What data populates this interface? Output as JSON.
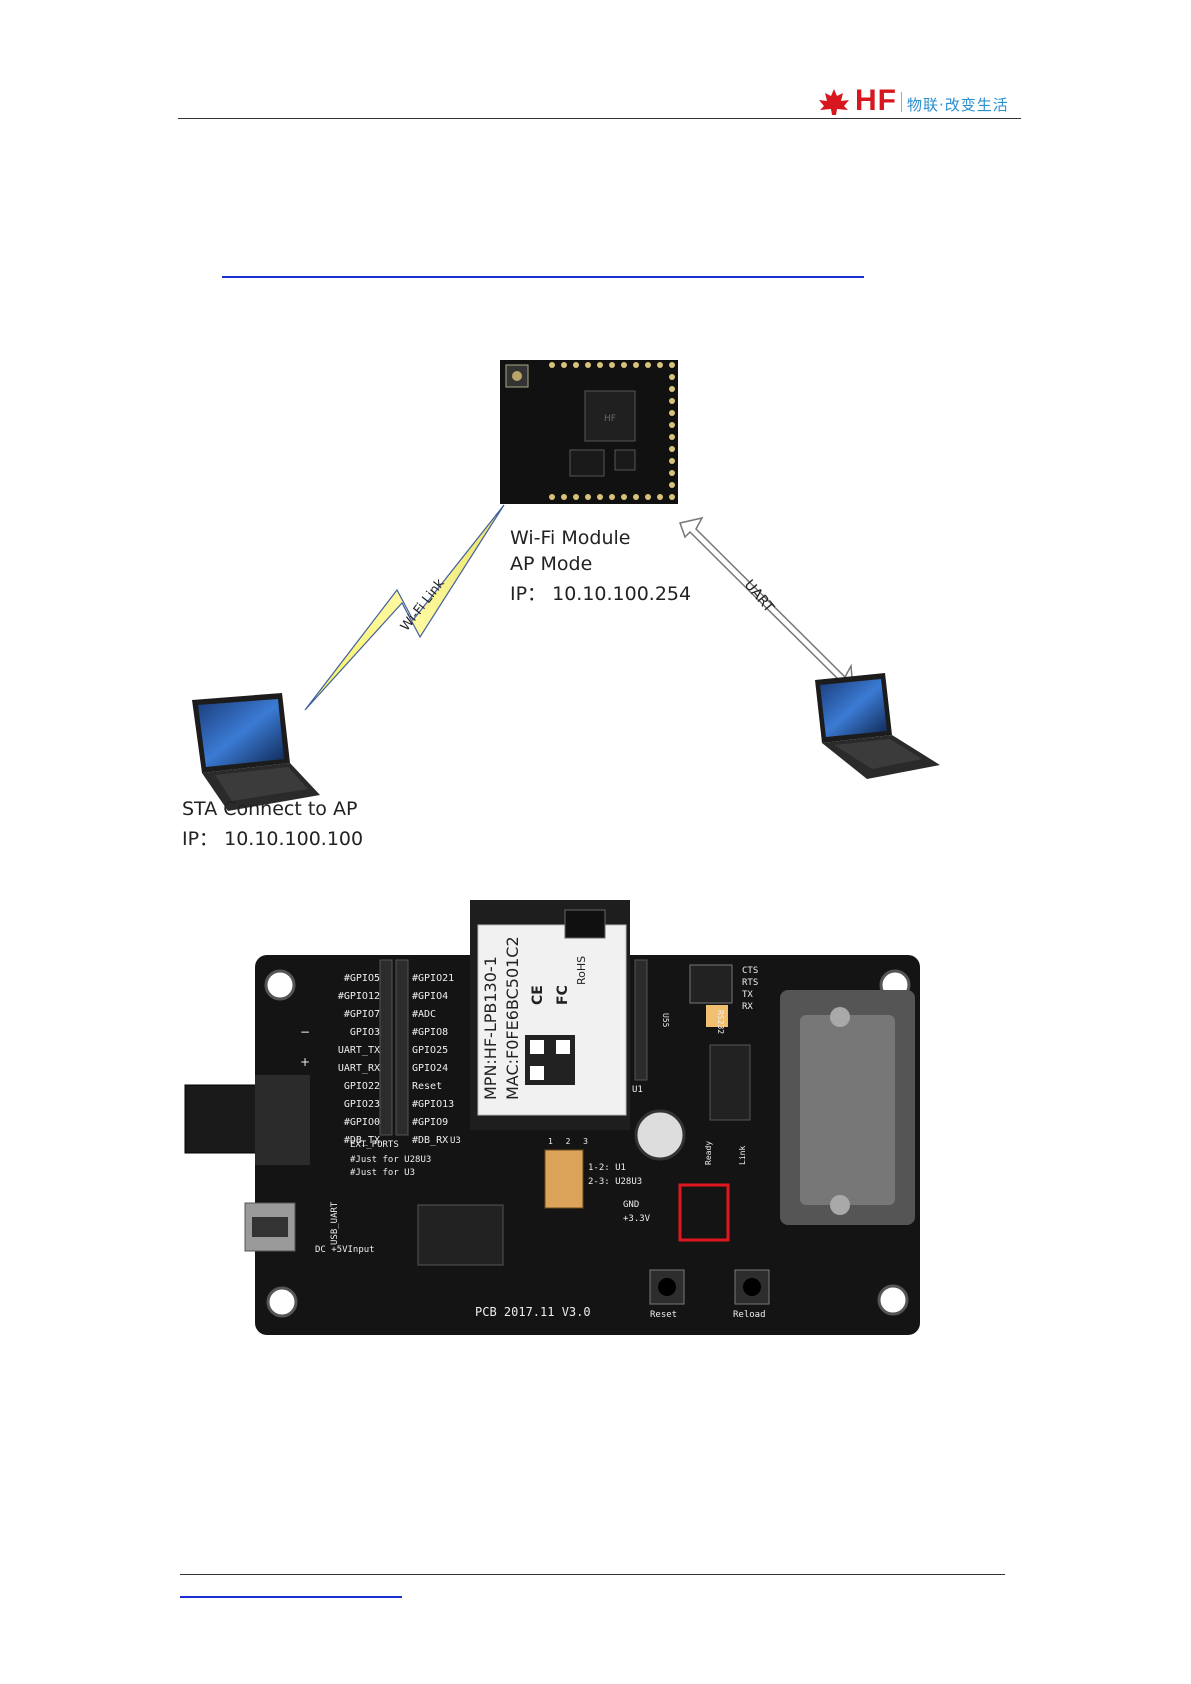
{
  "header": {
    "logo_text": "HF",
    "slogan": "物联·改变生活"
  },
  "diagram": {
    "module": {
      "title": "Wi-Fi Module",
      "mode": "AP Mode",
      "ip": "IP：  10.10.100.254"
    },
    "station": {
      "title": "STA Connect to AP",
      "ip": "IP：  10.10.100.100"
    },
    "wifi_link_label": "Wi-Fi Link",
    "uart_label": "UART"
  },
  "board": {
    "left_pins": [
      "#GPIO5",
      "#GPIO12",
      "#GPIO7",
      "GPIO3",
      "UART_TX",
      "UART_RX",
      "GPIO22",
      "GPIO23",
      "#GPIO0",
      "#DB_TX"
    ],
    "right_pins": [
      "#GPIO21",
      "#GPIO4",
      "#ADC",
      "#GPIO8",
      "GPIO25",
      "GPIO24",
      "Reset",
      "#GPIO13",
      "#GPIO9",
      "#DB_RX"
    ],
    "module_mpn": "MPN:HF-LPB130-1",
    "module_mac": "MAC:F0FE6BC501C2",
    "rohs": "RoHS",
    "ce": "CE",
    "fcc": "FC",
    "rs232_pins": [
      "CTS",
      "RTS",
      "TX",
      "RX"
    ],
    "rs232_label": "RS232",
    "u55_label": "U55",
    "u1_label": "U1",
    "ext_ports": "EXT_PORTS",
    "u3_label": "U3",
    "just_for_u28": "#Just for U28U3",
    "just_for_u3": "#Just for U3",
    "jumper_nums": [
      "1",
      "2",
      "3"
    ],
    "jumper_12": "1-2: U1",
    "jumper_23": "2-3: U28U3",
    "gnd": "GND",
    "v33": "+3.3V",
    "usb_uart": "USB_UART",
    "dc_input": "DC +5VInput",
    "plus": "+",
    "minus": "−",
    "ready": "Ready",
    "link": "Link",
    "pcb_version": "PCB 2017.11 V3.0",
    "reset_btn": "Reset",
    "reload_btn": "Reload"
  }
}
